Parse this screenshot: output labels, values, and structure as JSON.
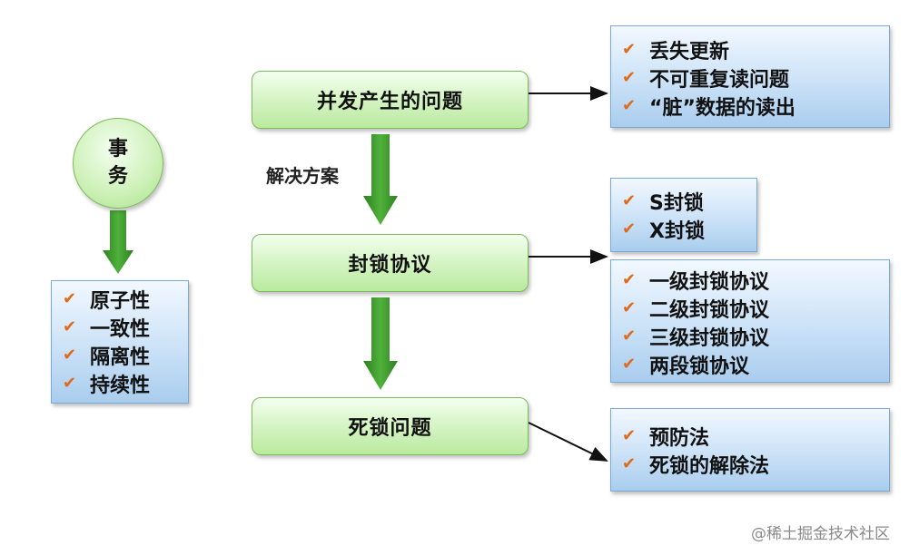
{
  "left": {
    "circle_chars": [
      "事",
      "务"
    ],
    "properties": [
      "原子性",
      "一致性",
      "隔离性",
      "持续性"
    ]
  },
  "center": {
    "boxes": [
      "并发产生的问题",
      "封锁协议",
      "死锁问题"
    ],
    "solution_label": "解决方案"
  },
  "right": {
    "problems": [
      "丢失更新",
      "不可重复读问题",
      "“脏”数据的读出"
    ],
    "lock_types": [
      "S封锁",
      "X封锁"
    ],
    "protocols": [
      "一级封锁协议",
      "二级封锁协议",
      "三级封锁协议",
      "两段锁协议"
    ],
    "deadlock_methods": [
      "预防法",
      "死锁的解除法"
    ]
  },
  "watermark": "@稀土掘金技术社区",
  "colors": {
    "arrow_green": "#3f9a2e",
    "check_orange": "#e06a1a"
  }
}
